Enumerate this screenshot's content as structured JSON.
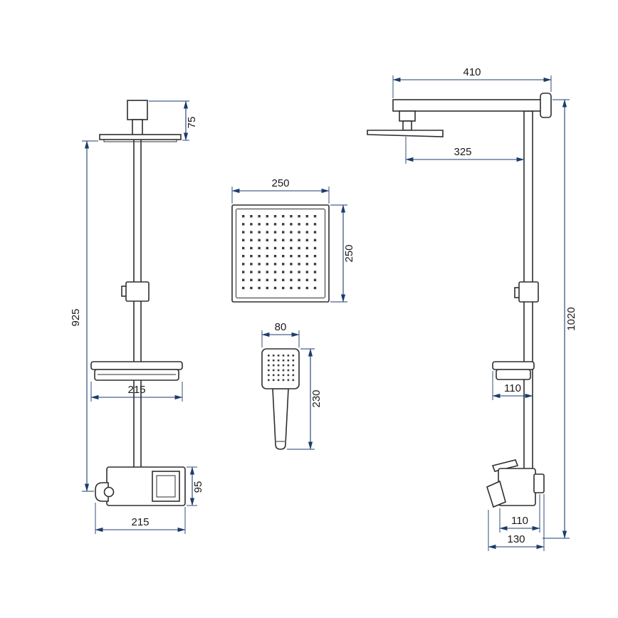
{
  "colors": {
    "outline": "#2e2e2e",
    "dimension": "#1b3c6d",
    "text": "#1a1a1a",
    "background": "#ffffff"
  },
  "front_view": {
    "dims": {
      "head_drop": "75",
      "column_height": "925",
      "shelf_width": "215",
      "mixer_height": "95",
      "overall_width": "215"
    }
  },
  "head_detail": {
    "dims": {
      "width": "250",
      "height": "250"
    }
  },
  "hand_shower_detail": {
    "dims": {
      "width": "80",
      "length": "230"
    }
  },
  "side_view": {
    "dims": {
      "arm_length": "410",
      "head_reach": "325",
      "total_height": "1020",
      "shelf_depth": "110",
      "mixer_depth": "110",
      "overall_depth": "130"
    }
  }
}
